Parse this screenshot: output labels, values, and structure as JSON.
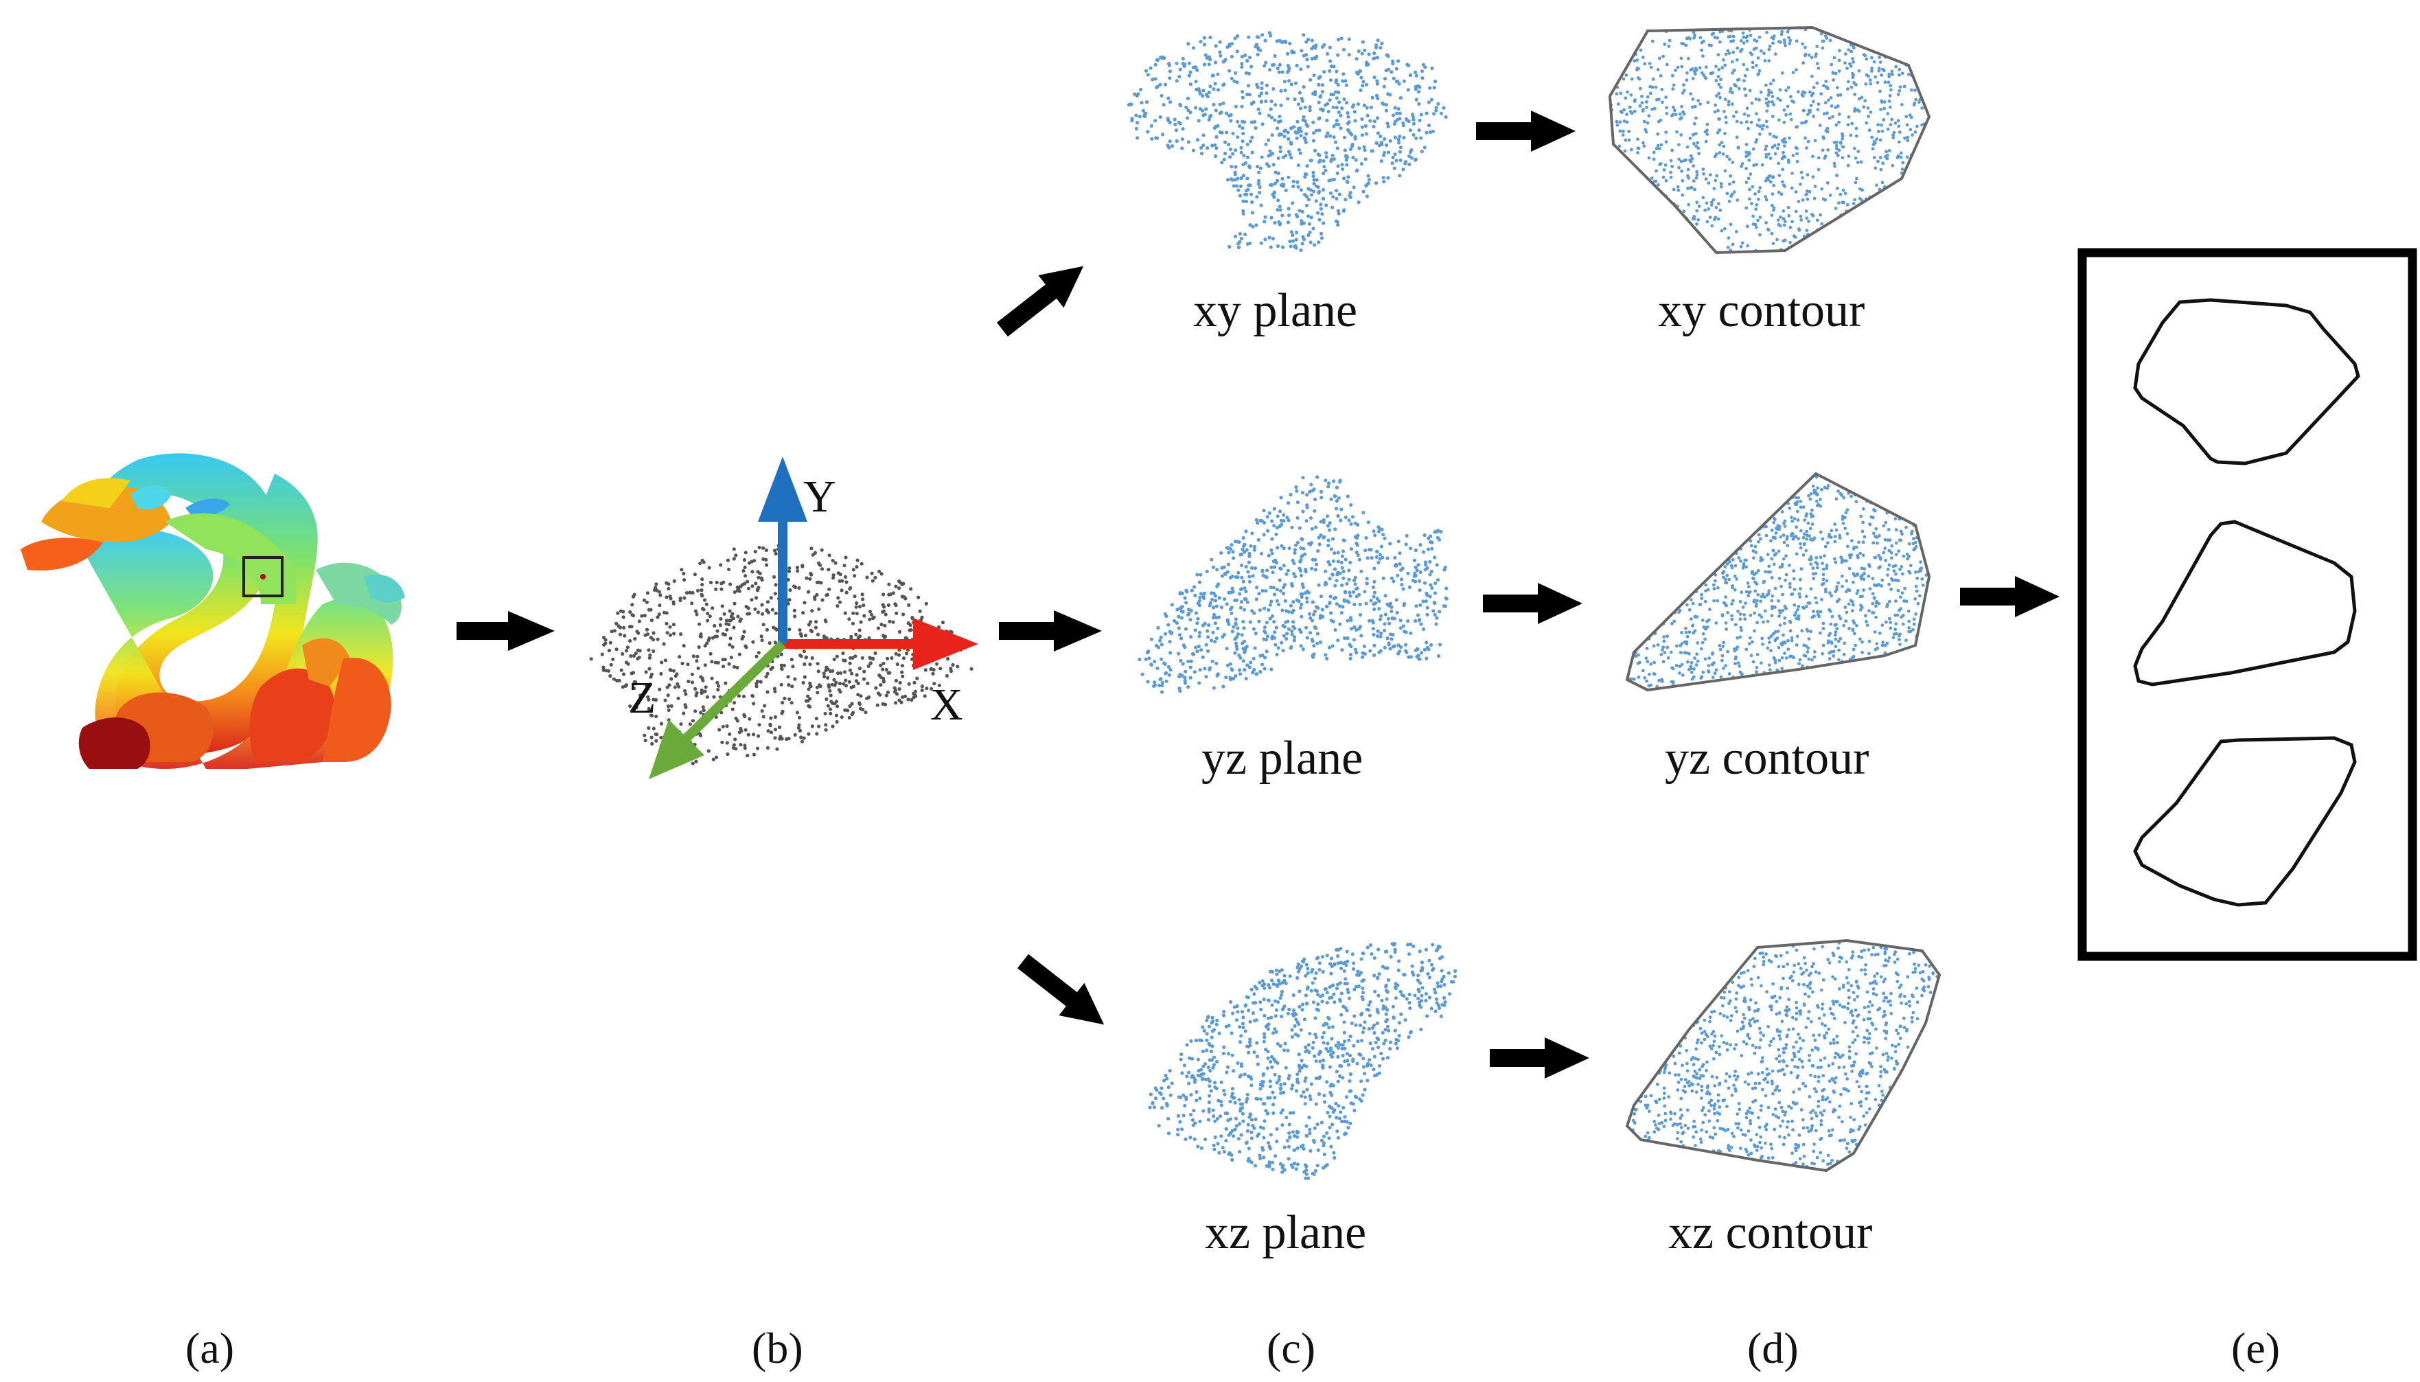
{
  "planes": {
    "xy_plane": "xy plane",
    "yz_plane": "yz plane",
    "xz_plane": "xz plane"
  },
  "contours": {
    "xy_contour": "xy contour",
    "yz_contour": "yz contour",
    "xz_contour": "xz contour"
  },
  "axes": {
    "x": "X",
    "y": "Y",
    "z": "Z"
  },
  "panels": [
    "(a)",
    "(b)",
    "(c)",
    "(d)",
    "(e)"
  ],
  "colors": {
    "point_blue": "#5b9bd5",
    "point_gray": "#555555",
    "axis_x": "#e8241a",
    "axis_y": "#1f6fbf",
    "axis_z": "#6aaa3a",
    "arrow": "#000000"
  }
}
